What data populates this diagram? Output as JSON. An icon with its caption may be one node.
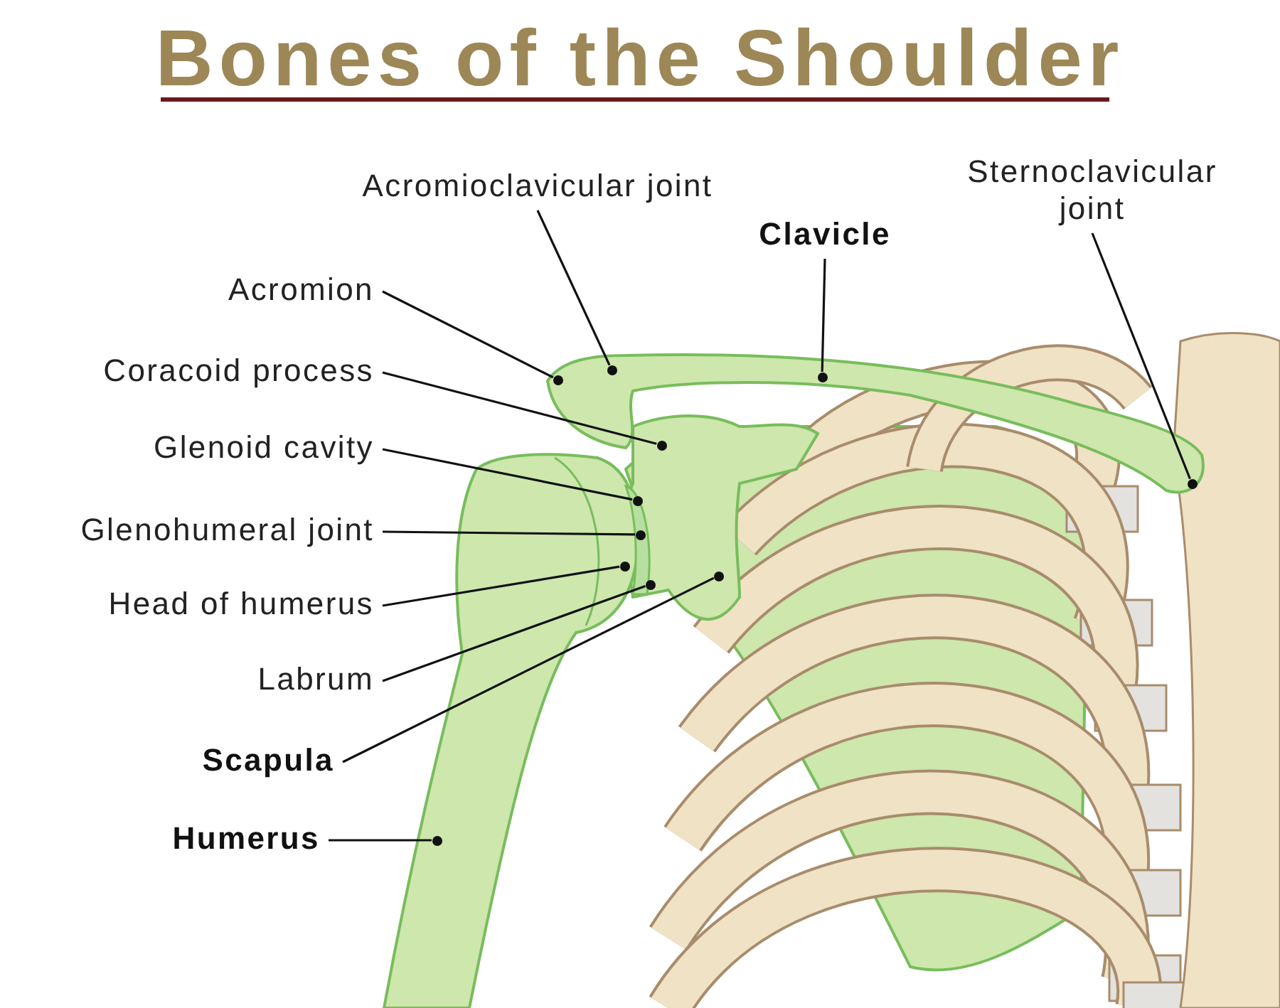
{
  "diagram": {
    "title": "Bones of the Shoulder",
    "nodes": [
      {
        "text": [
          "Acromioclavicular joint"
        ]
      },
      {
        "text": [
          "Clavicle"
        ]
      },
      {
        "text": [
          "Sternoclavicular joint"
        ]
      },
      {
        "text": [
          "Acromion"
        ]
      },
      {
        "text": [
          "Coracoid process"
        ]
      },
      {
        "text": [
          "Glenoid cavity"
        ]
      },
      {
        "text": [
          "Glenohumeral joint"
        ]
      },
      {
        "text": [
          "Head of humerus"
        ]
      },
      {
        "text": [
          "Labrum"
        ]
      },
      {
        "text": [
          "Scapula"
        ]
      },
      {
        "text": [
          "Humerus"
        ]
      },
      {
        "text": [],
        "shape": "circle"
      },
      {
        "text": [],
        "shape": "circle"
      },
      {
        "text": [],
        "shape": "circle"
      },
      {
        "text": [],
        "shape": "circle"
      },
      {
        "text": [],
        "shape": "circle"
      },
      {
        "text": [],
        "shape": "circle"
      },
      {
        "text": [],
        "shape": "circle"
      },
      {
        "text": [],
        "shape": "circle"
      },
      {
        "text": [],
        "shape": "circle"
      },
      {
        "text": [],
        "shape": "circle"
      },
      {
        "text": [],
        "shape": "circle"
      }
    ],
    "edges": [
      {
        "from": 0,
        "to": 12,
        "arrow": "none"
      },
      {
        "from": 1,
        "to": 13,
        "arrow": "none"
      },
      {
        "from": 2,
        "to": 21,
        "arrow": "none"
      },
      {
        "from": 3,
        "to": 11,
        "arrow": "none"
      },
      {
        "from": 4,
        "to": 16,
        "arrow": "none"
      },
      {
        "from": 5,
        "to": 14,
        "arrow": "none"
      },
      {
        "from": 6,
        "to": 15,
        "arrow": "none"
      },
      {
        "from": 7,
        "to": 17,
        "arrow": "none"
      },
      {
        "from": 8,
        "to": 18,
        "arrow": "none"
      },
      {
        "from": 9,
        "to": 19,
        "arrow": "none"
      },
      {
        "from": 10,
        "to": 20,
        "arrow": "none"
      }
    ]
  }
}
